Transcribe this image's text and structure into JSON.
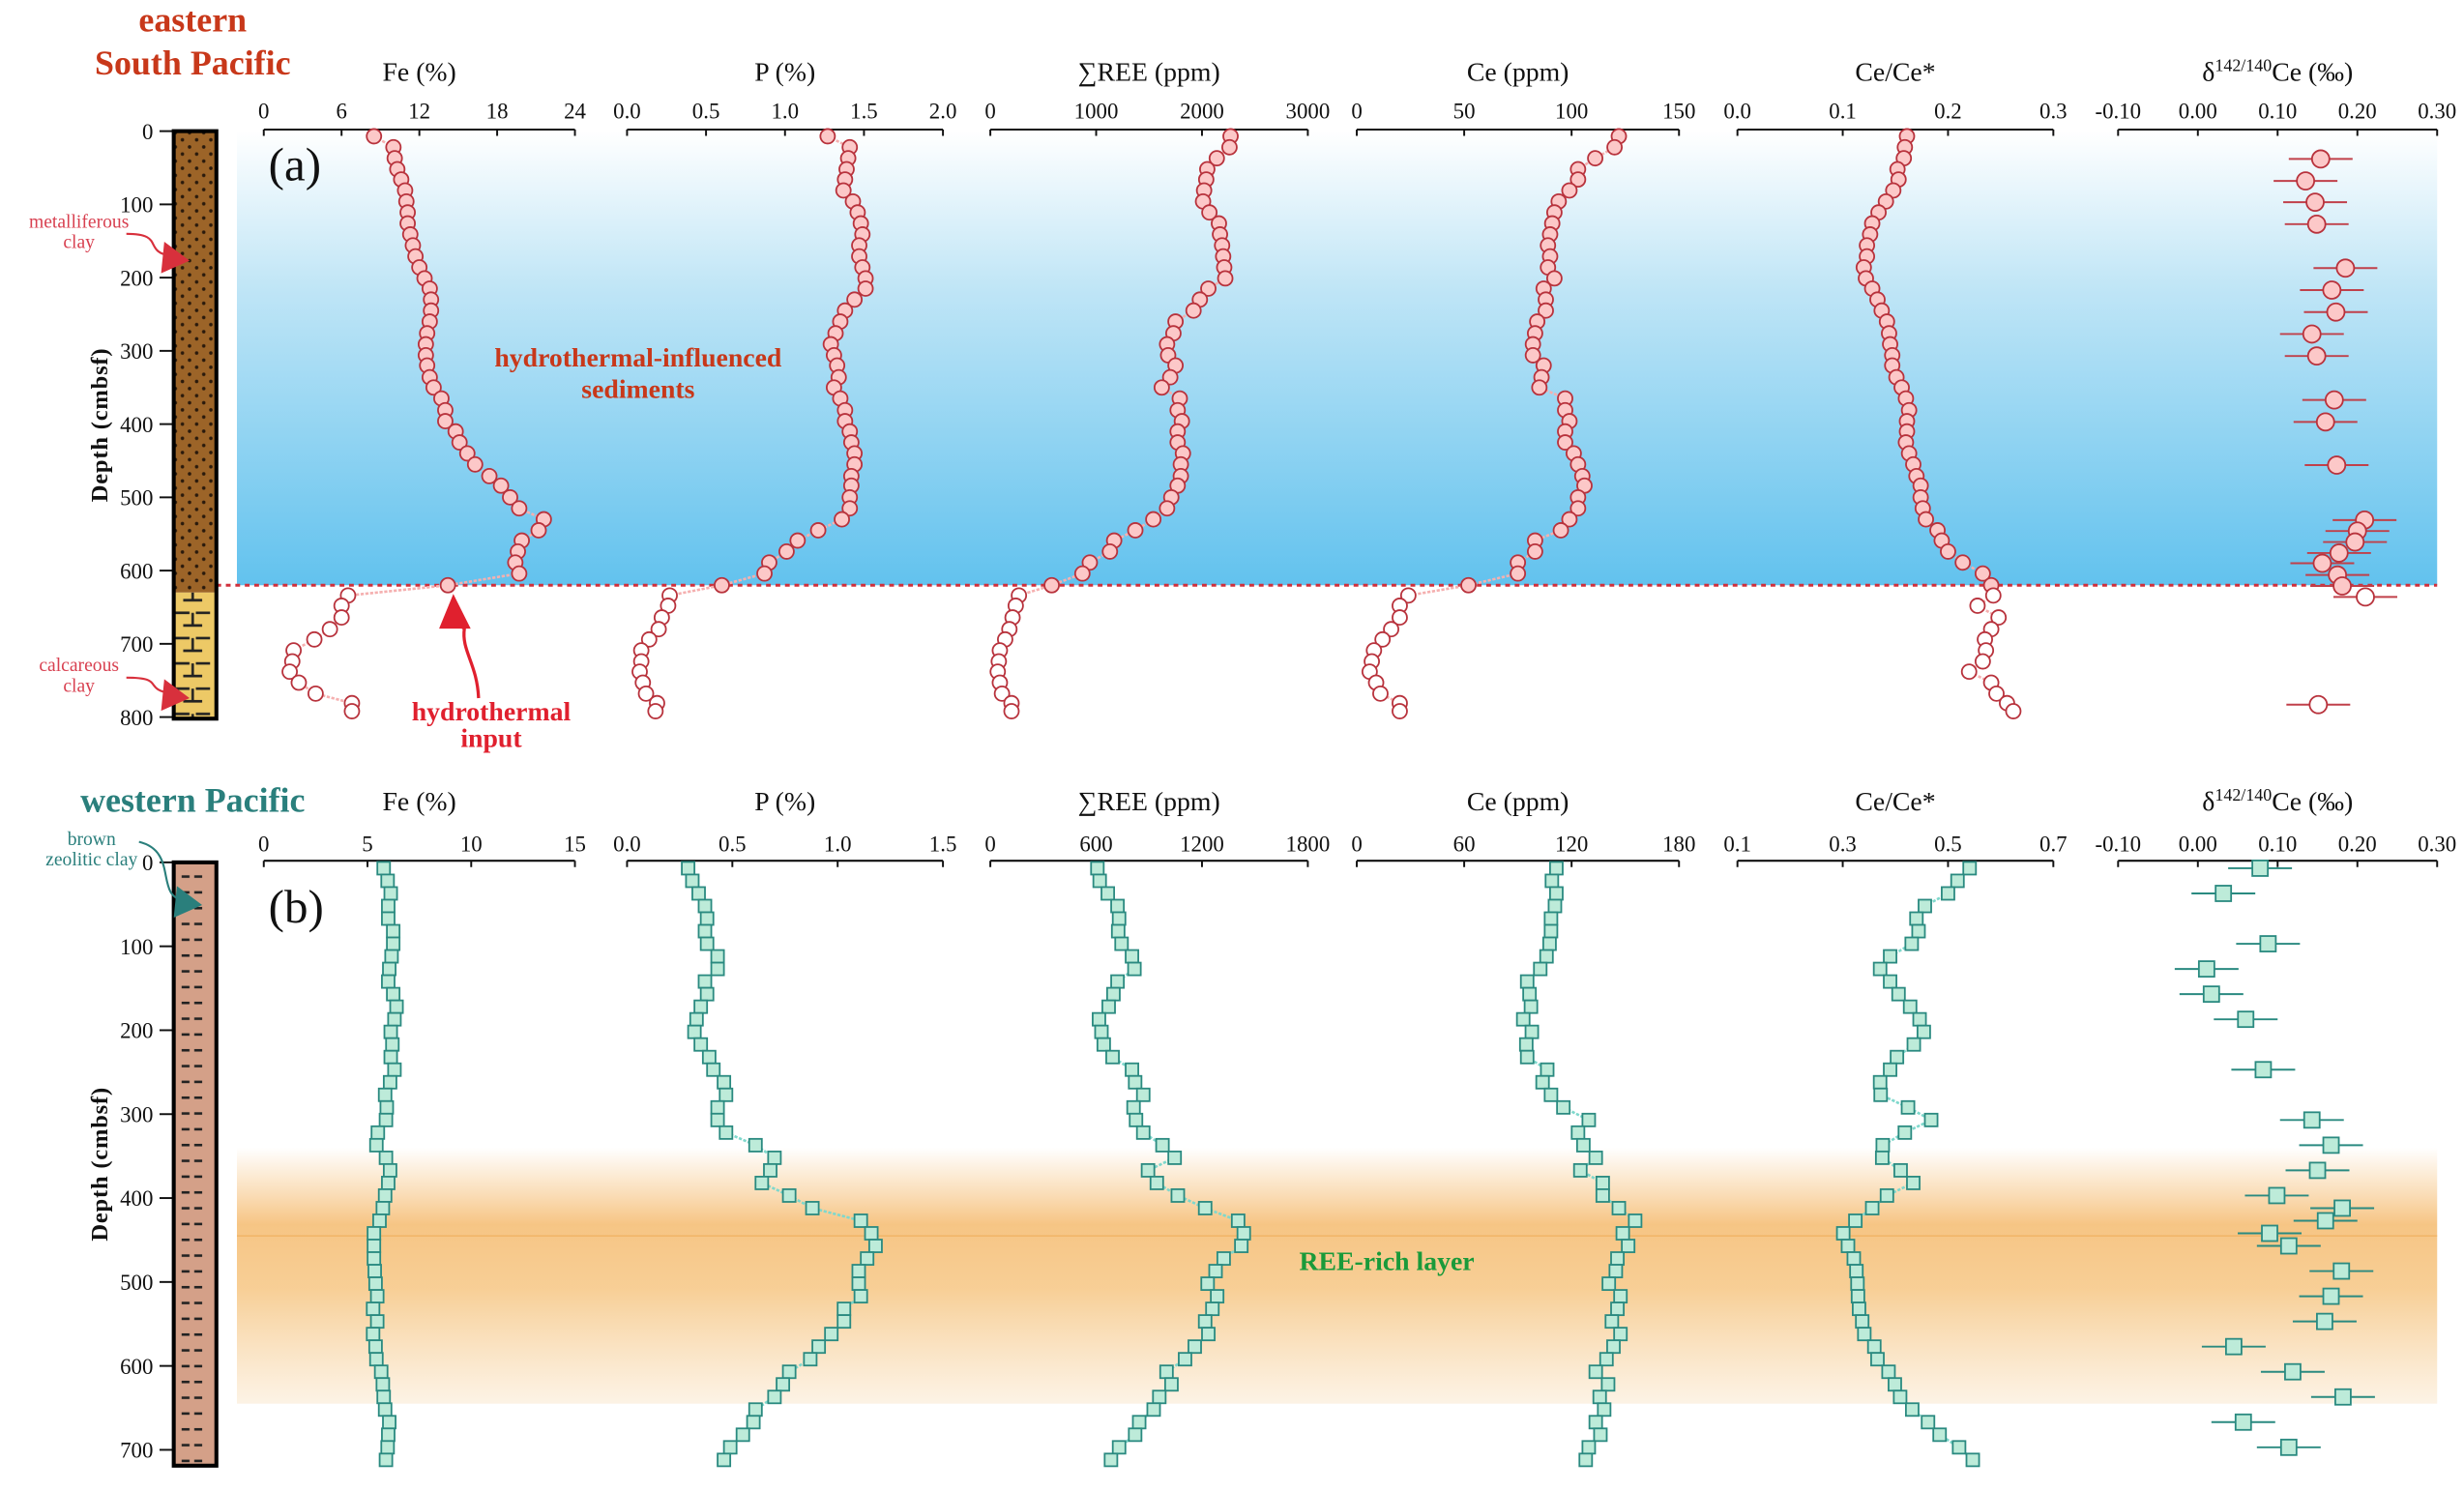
{
  "colors": {
    "panel_a_title": "#c8381a",
    "panel_b_title": "#2a7f7c",
    "hydrothermal_zone": "#c8381a",
    "hydrothermal_input": "#e0202e",
    "ree_rich": "#1a9a3a",
    "lith_label_a": "#d84050",
    "lith_label_b": "#2a7f7c"
  },
  "chart_data": [
    {
      "type": "scatter",
      "panel_label": "(a)",
      "region_title": [
        "eastern",
        "South Pacific"
      ],
      "depth_axis": {
        "label": "Depth (cmbsf)",
        "range": [
          0,
          800
        ],
        "ticks": [
          "0",
          "100",
          "200",
          "300",
          "400",
          "500",
          "600",
          "700",
          "800"
        ]
      },
      "lithology": [
        {
          "label": [
            "metalliferous",
            "clay"
          ],
          "depth_range": [
            0,
            630
          ]
        },
        {
          "label": [
            "calcareous",
            "clay"
          ],
          "depth_range": [
            630,
            800
          ]
        }
      ],
      "zone_label": [
        "hydrothermal-influenced",
        "sediments"
      ],
      "zone_depth_range": [
        0,
        620
      ],
      "boundary_depth": 620,
      "arrow_label": [
        "hydrothermal",
        "input"
      ],
      "depth_filled": [
        7,
        22,
        37,
        52,
        66,
        81,
        96,
        111,
        126,
        141,
        156,
        171,
        186,
        201,
        215,
        230,
        245,
        260,
        276,
        291,
        306,
        320,
        336,
        350,
        365,
        381,
        396,
        410,
        425,
        440,
        455,
        471,
        484,
        500,
        515,
        530,
        545,
        559,
        574,
        589,
        604,
        620
      ],
      "depth_open": [
        634,
        648,
        664,
        680,
        694,
        709,
        724,
        738,
        753,
        768,
        781,
        792
      ],
      "columns": [
        {
          "title": "Fe (%)",
          "range": [
            0,
            24
          ],
          "ticks": [
            "0",
            "6",
            "12",
            "18",
            "24"
          ],
          "values": [
            8.5,
            10.0,
            10.1,
            10.3,
            10.6,
            10.9,
            11.0,
            11.1,
            11.1,
            11.3,
            11.5,
            11.7,
            12.0,
            12.4,
            12.8,
            12.9,
            12.9,
            12.8,
            12.6,
            12.5,
            12.5,
            12.6,
            12.8,
            13.1,
            13.7,
            14.0,
            14.0,
            14.8,
            15.1,
            15.7,
            16.3,
            17.4,
            18.3,
            19.0,
            19.7,
            21.6,
            21.2,
            19.9,
            19.6,
            19.4,
            19.7,
            14.2
          ],
          "open_values": [
            6.5,
            6.0,
            6.0,
            5.1,
            3.9,
            2.3,
            2.2,
            2.0,
            2.7,
            4.0,
            6.8,
            6.8
          ]
        },
        {
          "title": "P (%)",
          "range": [
            0,
            2
          ],
          "ticks": [
            "0.0",
            "0.5",
            "1.0",
            "1.5",
            "2.0"
          ],
          "values": [
            1.27,
            1.41,
            1.4,
            1.39,
            1.38,
            1.37,
            1.43,
            1.46,
            1.48,
            1.49,
            1.47,
            1.47,
            1.49,
            1.51,
            1.51,
            1.44,
            1.38,
            1.35,
            1.32,
            1.29,
            1.31,
            1.33,
            1.34,
            1.31,
            1.35,
            1.38,
            1.38,
            1.41,
            1.42,
            1.44,
            1.44,
            1.42,
            1.42,
            1.41,
            1.41,
            1.36,
            1.21,
            1.08,
            1.01,
            0.9,
            0.87,
            0.6
          ],
          "open_values": [
            0.27,
            0.26,
            0.22,
            0.2,
            0.14,
            0.09,
            0.09,
            0.08,
            0.1,
            0.12,
            0.19,
            0.18
          ]
        },
        {
          "title": "∑REE (ppm)",
          "range": [
            0,
            3000
          ],
          "ticks": [
            "0",
            "1000",
            "2000",
            "3000"
          ],
          "values": [
            2270,
            2260,
            2140,
            2050,
            2040,
            2020,
            2010,
            2070,
            2160,
            2170,
            2190,
            2200,
            2210,
            2220,
            2060,
            1980,
            1920,
            1750,
            1730,
            1670,
            1680,
            1750,
            1700,
            1620,
            1790,
            1770,
            1810,
            1770,
            1770,
            1820,
            1800,
            1800,
            1770,
            1710,
            1670,
            1540,
            1370,
            1170,
            1130,
            940,
            870,
            580
          ],
          "open_values": [
            270,
            240,
            210,
            180,
            140,
            90,
            80,
            70,
            90,
            110,
            200,
            200
          ]
        },
        {
          "title": "Ce (ppm)",
          "range": [
            0,
            150
          ],
          "ticks": [
            "0",
            "50",
            "100",
            "150"
          ],
          "values": [
            122,
            120,
            111,
            103,
            103,
            99,
            94,
            92,
            91,
            90,
            89,
            90,
            89,
            92,
            87,
            88,
            88,
            84,
            83,
            82,
            82,
            87,
            86,
            85,
            97,
            97,
            99,
            97,
            97,
            101,
            103,
            105,
            106,
            103,
            103,
            99,
            95,
            83,
            83,
            75,
            75,
            52
          ],
          "open_values": [
            24,
            20,
            20,
            16,
            12,
            8,
            7,
            6,
            9,
            11,
            20,
            20
          ]
        },
        {
          "title": "Ce/Ce*",
          "range": [
            0,
            0.3
          ],
          "ticks": [
            "0.0",
            "0.1",
            "0.2",
            "0.3"
          ],
          "values": [
            0.161,
            0.159,
            0.158,
            0.152,
            0.153,
            0.148,
            0.141,
            0.134,
            0.128,
            0.126,
            0.123,
            0.123,
            0.12,
            0.122,
            0.128,
            0.133,
            0.137,
            0.142,
            0.144,
            0.145,
            0.147,
            0.147,
            0.151,
            0.156,
            0.16,
            0.163,
            0.161,
            0.161,
            0.16,
            0.163,
            0.167,
            0.17,
            0.174,
            0.174,
            0.176,
            0.179,
            0.19,
            0.194,
            0.2,
            0.214,
            0.233,
            0.241
          ],
          "open_values": [
            0.243,
            0.228,
            0.248,
            0.241,
            0.235,
            0.236,
            0.233,
            0.22,
            0.241,
            0.246,
            0.256,
            0.262
          ]
        }
      ],
      "delta_column": {
        "title_prefix": "δ",
        "title_sup": "142/140",
        "title_suffix": "Ce (‰)",
        "range": [
          -0.1,
          0.3
        ],
        "ticks": [
          "-0.10",
          "0.00",
          "0.10",
          "0.20",
          "0.30"
        ],
        "error": 0.04,
        "depths": [
          38,
          68,
          97,
          127,
          187,
          217,
          247,
          277,
          307,
          367,
          397,
          456,
          531,
          546,
          561,
          576,
          590,
          606,
          621
        ],
        "values": [
          0.154,
          0.135,
          0.147,
          0.149,
          0.185,
          0.168,
          0.173,
          0.143,
          0.149,
          0.171,
          0.16,
          0.174,
          0.209,
          0.2,
          0.197,
          0.177,
          0.156,
          0.175,
          0.181
        ],
        "open_depths": [
          636,
          783
        ],
        "open_values": [
          0.21,
          0.151
        ]
      }
    },
    {
      "type": "scatter",
      "panel_label": "(b)",
      "region_title": [
        "western Pacific"
      ],
      "depth_axis": {
        "label": "Depth (cmbsf)",
        "range": [
          0,
          700
        ],
        "ticks": [
          "0",
          "100",
          "200",
          "300",
          "400",
          "500",
          "600",
          "700"
        ]
      },
      "lithology": [
        {
          "label": [
            "brown",
            "zeolitic clay"
          ],
          "depth_range": [
            0,
            720
          ]
        }
      ],
      "zone_label": [
        "REE-rich layer"
      ],
      "zone_depth_range": [
        340,
        645
      ],
      "zone_peak_depth": 445,
      "depth_filled": [
        7,
        22,
        37,
        52,
        67,
        82,
        97,
        112,
        127,
        142,
        157,
        172,
        187,
        202,
        217,
        232,
        247,
        262,
        277,
        292,
        307,
        322,
        337,
        352,
        367,
        382,
        397,
        412,
        427,
        442,
        457,
        472,
        487,
        502,
        517,
        532,
        547,
        562,
        577,
        592,
        607,
        622,
        637,
        652,
        667,
        682,
        697,
        712
      ],
      "depth_open": [],
      "columns": [
        {
          "title": "Fe (%)",
          "range": [
            0,
            15
          ],
          "ticks": [
            "0",
            "5",
            "10",
            "15"
          ],
          "values": [
            5.78,
            5.97,
            6.12,
            6.0,
            6.0,
            6.24,
            6.24,
            6.16,
            6.05,
            6.0,
            6.24,
            6.4,
            6.3,
            6.12,
            6.2,
            6.12,
            6.3,
            6.09,
            5.85,
            5.93,
            5.89,
            5.5,
            5.43,
            5.89,
            6.09,
            6.0,
            5.85,
            5.74,
            5.58,
            5.31,
            5.31,
            5.31,
            5.35,
            5.39,
            5.47,
            5.27,
            5.47,
            5.27,
            5.39,
            5.43,
            5.66,
            5.74,
            5.78,
            5.85,
            6.05,
            6.0,
            5.97,
            5.89
          ],
          "open_values": []
        },
        {
          "title": "P (%)",
          "range": [
            0,
            1.5
          ],
          "ticks": [
            "0.0",
            "0.5",
            "1.0",
            "1.5"
          ],
          "values": [
            0.29,
            0.31,
            0.34,
            0.37,
            0.38,
            0.37,
            0.38,
            0.43,
            0.43,
            0.37,
            0.38,
            0.35,
            0.33,
            0.32,
            0.35,
            0.39,
            0.41,
            0.46,
            0.47,
            0.43,
            0.43,
            0.47,
            0.61,
            0.7,
            0.68,
            0.64,
            0.77,
            0.88,
            1.11,
            1.16,
            1.18,
            1.14,
            1.1,
            1.1,
            1.11,
            1.03,
            1.03,
            0.97,
            0.91,
            0.87,
            0.77,
            0.74,
            0.7,
            0.61,
            0.6,
            0.55,
            0.49,
            0.46
          ],
          "open_values": []
        },
        {
          "title": "∑REE (ppm)",
          "range": [
            0,
            1800
          ],
          "ticks": [
            "0",
            "600",
            "1200",
            "1800"
          ],
          "values": [
            607,
            620,
            666,
            721,
            730,
            725,
            744,
            803,
            817,
            721,
            698,
            671,
            616,
            630,
            643,
            693,
            803,
            821,
            867,
            812,
            826,
            867,
            976,
            1045,
            894,
            944,
            1063,
            1218,
            1405,
            1437,
            1423,
            1323,
            1277,
            1232,
            1286,
            1259,
            1218,
            1236,
            1159,
            1104,
            999,
            1027,
            958,
            926,
            844,
            821,
            730,
            684
          ],
          "open_values": []
        },
        {
          "title": "Ce (ppm)",
          "range": [
            0,
            180
          ],
          "ticks": [
            "0",
            "60",
            "120",
            "180"
          ],
          "values": [
            111.5,
            109,
            111.5,
            110.7,
            108.5,
            108.5,
            107.7,
            106,
            102.5,
            95.2,
            96.5,
            97.3,
            93,
            97.8,
            94.7,
            95.2,
            106.4,
            103.8,
            108.5,
            115.4,
            129.6,
            123.6,
            126.6,
            133.5,
            124.9,
            137.4,
            137.4,
            146.4,
            155.5,
            148.6,
            151.6,
            145.6,
            144.7,
            140.8,
            147.3,
            145.6,
            142.5,
            147.3,
            143.4,
            139.5,
            133.5,
            140.4,
            135.7,
            138.2,
            133.5,
            136.1,
            129.6,
            127.9
          ],
          "open_values": []
        },
        {
          "title": "Ce/Ce*",
          "range": [
            0.1,
            0.7
          ],
          "ticks": [
            "0.1",
            "0.3",
            "0.5",
            "0.7"
          ],
          "values": [
            0.541,
            0.518,
            0.5,
            0.456,
            0.44,
            0.444,
            0.431,
            0.39,
            0.371,
            0.39,
            0.406,
            0.428,
            0.446,
            0.454,
            0.435,
            0.403,
            0.39,
            0.371,
            0.372,
            0.424,
            0.468,
            0.418,
            0.376,
            0.375,
            0.41,
            0.434,
            0.384,
            0.356,
            0.324,
            0.301,
            0.31,
            0.321,
            0.326,
            0.328,
            0.329,
            0.331,
            0.337,
            0.341,
            0.36,
            0.366,
            0.387,
            0.399,
            0.409,
            0.432,
            0.462,
            0.484,
            0.521,
            0.547
          ],
          "open_values": []
        }
      ],
      "delta_column": {
        "title_prefix": "δ",
        "title_sup": "142/140",
        "title_suffix": "Ce (‰)",
        "range": [
          -0.1,
          0.3
        ],
        "ticks": [
          "-0.10",
          "0.00",
          "0.10",
          "0.20",
          "0.30"
        ],
        "error": 0.04,
        "depths": [
          7,
          37,
          97,
          127,
          157,
          187,
          247,
          307,
          337,
          367,
          397,
          412,
          427,
          442,
          457,
          487,
          517,
          547,
          577,
          607,
          637,
          667,
          697
        ],
        "values": [
          0.078,
          0.032,
          0.088,
          0.011,
          0.017,
          0.06,
          0.082,
          0.143,
          0.167,
          0.15,
          0.099,
          0.181,
          0.16,
          0.09,
          0.114,
          0.18,
          0.167,
          0.159,
          0.045,
          0.119,
          0.182,
          0.057,
          0.114
        ],
        "open_depths": [],
        "open_values": []
      }
    }
  ]
}
